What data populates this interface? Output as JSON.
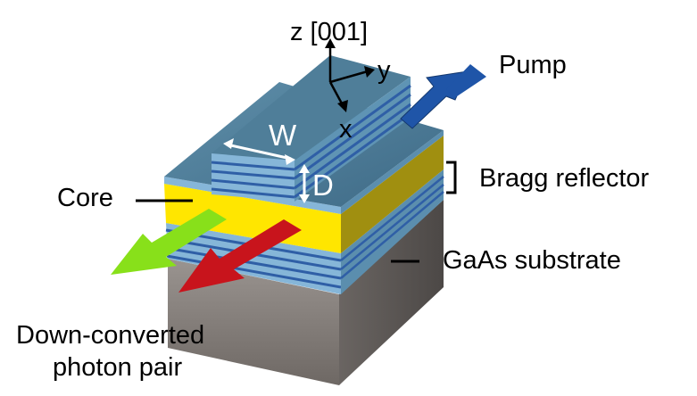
{
  "labels": {
    "axis_z": "z [001]",
    "axis_y": "y",
    "axis_x": "x",
    "pump": "Pump",
    "width": "W",
    "depth": "D",
    "bragg": "Bragg reflector",
    "core": "Core",
    "substrate": "GaAs substrate",
    "output_line1": "Down-converted",
    "output_line2": "photon pair"
  },
  "colors": {
    "bragg_top": "#4f7d99",
    "bragg_side": "#5a8fb0",
    "bragg_front": "#7fb0d4",
    "bragg_stripe": "#2f5fa6",
    "core_front": "#ffe400",
    "core_side": "#9a8a12",
    "substrate_front": "#8a8480",
    "substrate_side": "#5f5a57",
    "pump_arrow": "#1f55a8",
    "green_arrow": "#88e01a",
    "red_arrow": "#c8141c"
  }
}
